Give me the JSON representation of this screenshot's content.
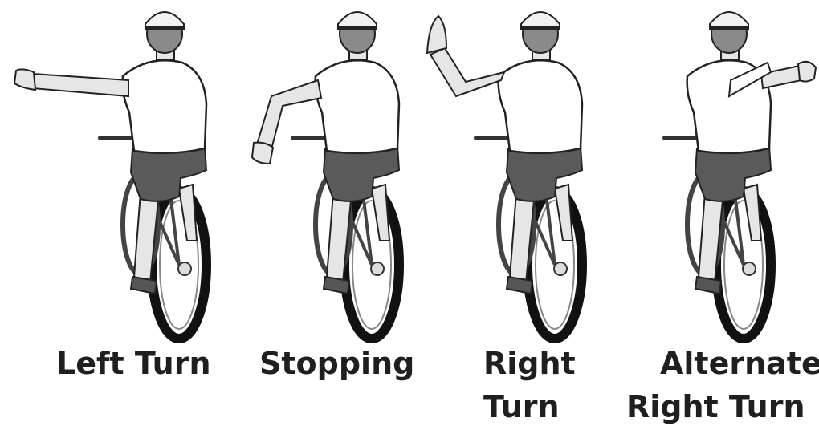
{
  "captions": {
    "left_turn": "Left Turn",
    "stopping": "Stopping",
    "right_turn_line1": "Right",
    "right_turn_line2": "Turn",
    "alternate_line1": "Alternate",
    "alternate_line2": "Right Turn"
  },
  "figures": [
    {
      "icon": "cyclist-left-turn-signal-icon",
      "arm": "left arm extended horizontally"
    },
    {
      "icon": "cyclist-stopping-signal-icon",
      "arm": "left arm bent downward"
    },
    {
      "icon": "cyclist-right-turn-signal-icon",
      "arm": "left arm bent upward"
    },
    {
      "icon": "cyclist-alternate-right-turn-signal-icon",
      "arm": "right arm extended horizontally"
    }
  ],
  "colors": {
    "ink": "#1f1f1f",
    "helmet": "#f2f2f2",
    "shirt": "#ffffff",
    "shorts": "#5a5a5a",
    "skin": "#e6e6e6",
    "tire": "#111111"
  }
}
